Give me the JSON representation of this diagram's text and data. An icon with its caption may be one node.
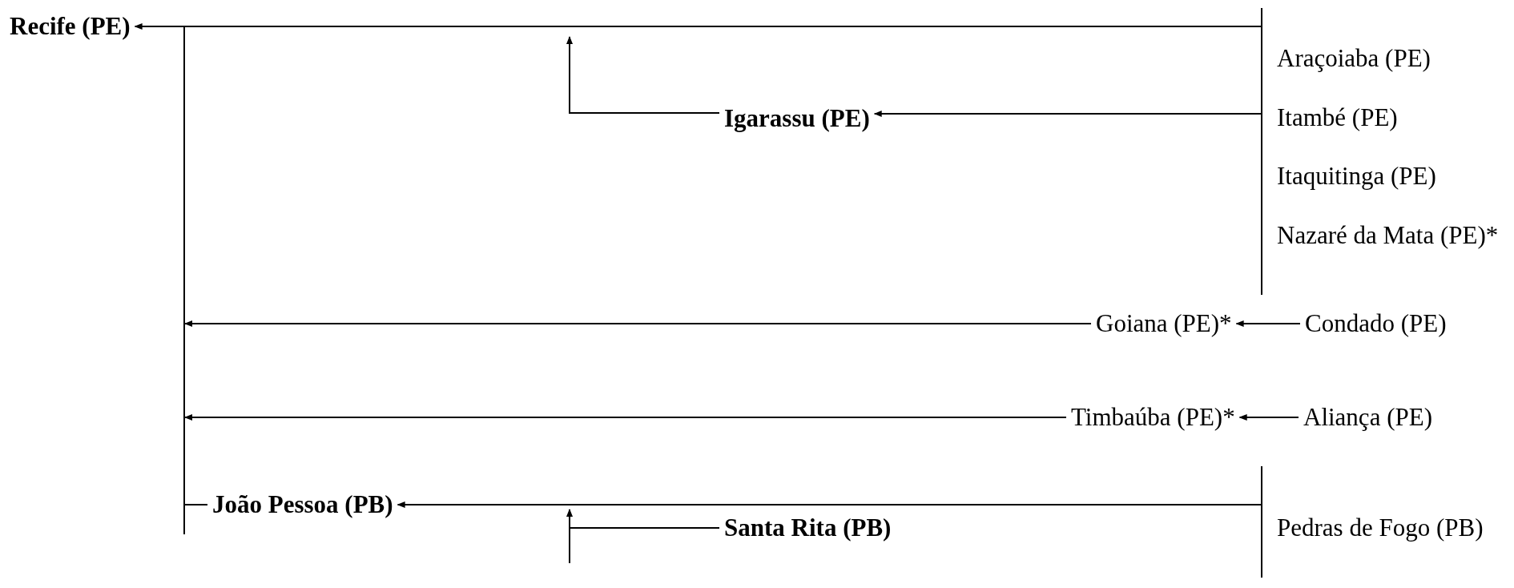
{
  "diagram": {
    "nodes": [
      {
        "text": [
          "Recife (PE)"
        ]
      },
      {
        "text": [],
        "shape": "bar",
        "beside": [
          "Araçoiaba (PE)",
          "Itambé (PE)",
          "Itaquitinga (PE)",
          "Nazaré da Mata (PE)*"
        ]
      },
      {
        "text": [
          "Igarassu (PE)"
        ]
      },
      {
        "text": [],
        "shape": "bar"
      },
      {
        "text": [
          "Goiana (PE)*"
        ]
      },
      {
        "text": [
          "Condado (PE)"
        ]
      },
      {
        "text": [
          "Timbaúba (PE)*"
        ]
      },
      {
        "text": [
          "Aliança (PE)"
        ]
      },
      {
        "text": [
          "João Pessoa (PB)"
        ]
      },
      {
        "text": [
          "Santa Rita (PB)"
        ]
      },
      {
        "text": [],
        "shape": "bar",
        "beside": [
          "Pedras de Fogo (PB)"
        ]
      }
    ],
    "edges": [
      {
        "from": 1,
        "to": 0,
        "arrow": "to"
      },
      {
        "from": 1,
        "to": 2,
        "arrow": "to"
      },
      {
        "from": 2,
        "to": null,
        "arrow": "to"
      },
      {
        "from": 5,
        "to": 4,
        "arrow": "to"
      },
      {
        "from": 4,
        "to": 3,
        "arrow": "to"
      },
      {
        "from": 7,
        "to": 6,
        "arrow": "to"
      },
      {
        "from": 6,
        "to": 3,
        "arrow": "to"
      },
      {
        "from": 3,
        "to": 8,
        "arrow": "none"
      },
      {
        "from": 10,
        "to": 8,
        "arrow": "to"
      },
      {
        "from": 9,
        "to": null,
        "arrow": "to"
      }
    ]
  }
}
